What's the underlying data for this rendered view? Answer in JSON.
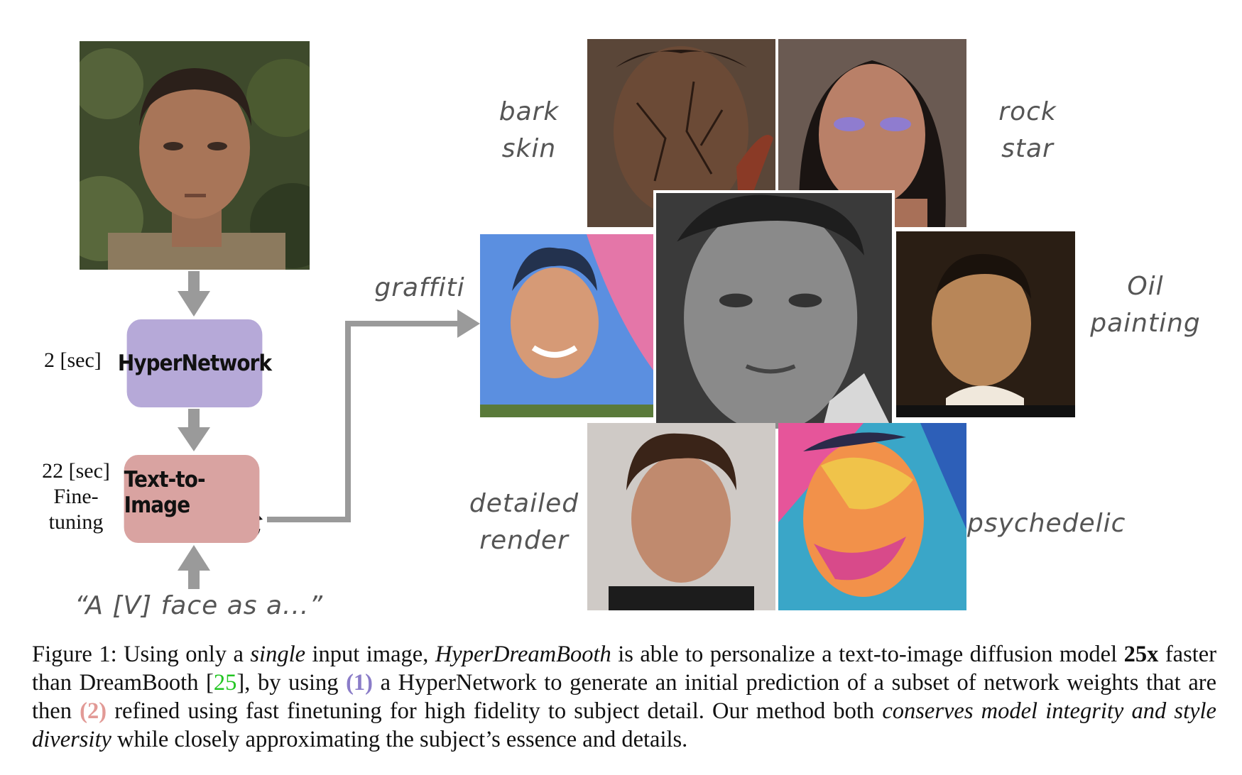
{
  "diagram": {
    "hypernetwork_label": "HyperNetwork",
    "t2i_label": "Text-to-Image",
    "hyper_time": "2 [sec]",
    "t2i_time": "22 [sec]",
    "t2i_note_1": "Fine-",
    "t2i_note_2": "tuning",
    "prompt": "“A [V] face as a...”",
    "styles": {
      "bark_1": "bark",
      "bark_2": "skin",
      "rock_1": "rock",
      "rock_2": "star",
      "graffiti": "graffiti",
      "oil_1": "Oil",
      "oil_2": "painting",
      "detailed_1": "detailed",
      "detailed_2": "render",
      "psychedelic": "psychedelic"
    }
  },
  "caption": {
    "figure": "Figure 1: Using only a ",
    "single": "single",
    "p1": " input image, ",
    "method": "HyperDreamBooth",
    "p2": " is able to personalize a text-to-image diffusion model ",
    "speed": "25x",
    "p3": " faster than DreamBooth [",
    "ref": "25",
    "p4": "], by using ",
    "n1": "(1)",
    "p5": " a HyperNetwork to generate an initial prediction of a subset of network weights that are then ",
    "n2": "(2)",
    "p6": " refined using fast finetuning for high fidelity to subject detail. Our method both ",
    "conserves": "conserves model integrity and style diversity",
    "p7": " while closely approximating the subject’s essence and details."
  },
  "colors": {
    "hypernetwork_box": "#b6a9d8",
    "t2i_box": "#d9a3a1",
    "arrow": "#9a9a9a",
    "ref_link": "#22c622",
    "step1": "#8a7cc8",
    "step2": "#e29a96"
  }
}
